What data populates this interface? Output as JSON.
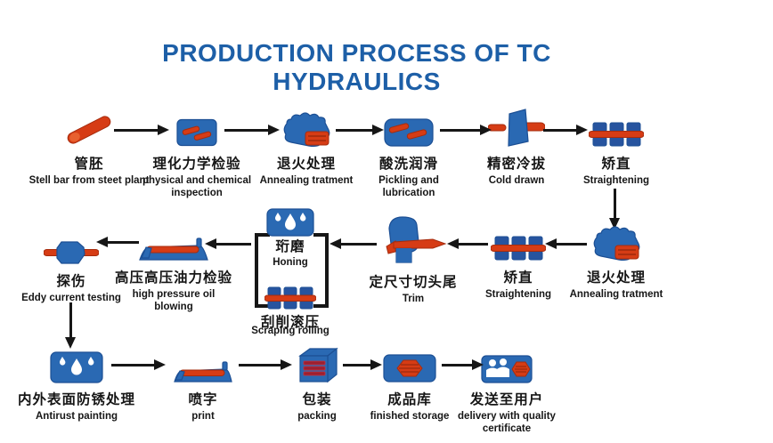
{
  "title": "PRODUCTION PROCESS OF TC HYDRAULICS",
  "colors": {
    "title_blue": "#1d5fa7",
    "icon_blue": "#2a69b3",
    "icon_blue_dark": "#1c4f94",
    "roller_blue": "#27549f",
    "icon_red": "#d63c15",
    "icon_red_dark": "#a62c0e",
    "icon_red_light": "#e8602f",
    "stripe_red": "#9c2030",
    "stripe_red_edge": "#c5303f",
    "ink": "#161616"
  },
  "steps": [
    {
      "id": "steel-bar",
      "zh": "管胚",
      "en": "Stell bar from steet plant"
    },
    {
      "id": "inspection",
      "zh": "理化力学检验",
      "en": "physical and chemical inspection"
    },
    {
      "id": "annealing-1",
      "zh": "退火处理",
      "en": "Annealing tratment"
    },
    {
      "id": "pickling",
      "zh": "酸洗润滑",
      "en": "Pickling and lubrication"
    },
    {
      "id": "cold-drawn",
      "zh": "精密冷拔",
      "en": "Cold drawn"
    },
    {
      "id": "straightening-1",
      "zh": "矫直",
      "en": "Straightening"
    },
    {
      "id": "annealing-2",
      "zh": "退火处理",
      "en": "Annealing tratment"
    },
    {
      "id": "straightening-2",
      "zh": "矫直",
      "en": "Straightening"
    },
    {
      "id": "trim",
      "zh": "定尺寸切头尾",
      "en": "Trim"
    },
    {
      "id": "honing",
      "zh": "珩磨",
      "en": "Honing"
    },
    {
      "id": "scraping-rolling",
      "zh": "刮削滚压",
      "en": "Scraping rolling"
    },
    {
      "id": "oil-blowing",
      "zh": "高压高压油力检验",
      "en": "high pressure oil blowing"
    },
    {
      "id": "eddy-current",
      "zh": "探伤",
      "en": "Eddy current testing"
    },
    {
      "id": "antirust",
      "zh": "内外表面防锈处理",
      "en": "Antirust painting"
    },
    {
      "id": "print",
      "zh": "喷字",
      "en": "print"
    },
    {
      "id": "packing",
      "zh": "包装",
      "en": "packing"
    },
    {
      "id": "storage",
      "zh": "成品库",
      "en": "finished storage"
    },
    {
      "id": "delivery",
      "zh": "发送至用户",
      "en": "delivery with quality certificate"
    }
  ]
}
